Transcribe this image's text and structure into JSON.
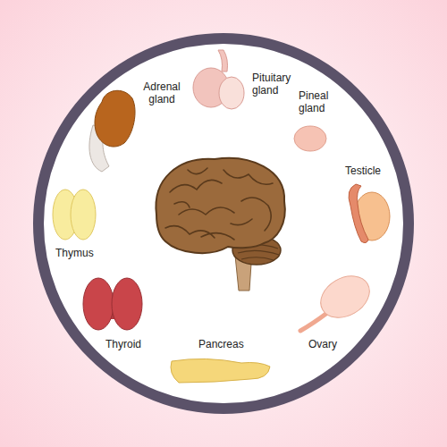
{
  "diagram": {
    "labels": [
      "Pituitary gland",
      "Adrenal gland",
      "Pineal gland",
      "Testicle",
      "Thymus",
      "Thyroid",
      "Pancreas",
      "Ovary"
    ]
  }
}
